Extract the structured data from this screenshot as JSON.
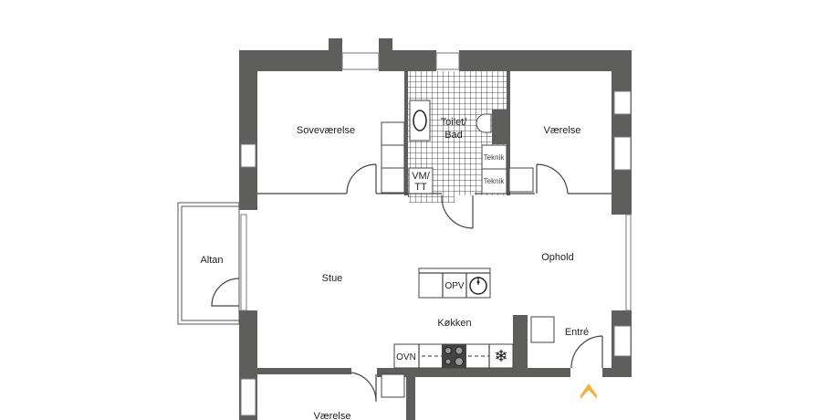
{
  "floorplan": {
    "rooms": {
      "sovevaerelse": "Soveværelse",
      "toilet_bad_1": "Toilet/",
      "toilet_bad_2": "Bad",
      "vaerelse_top": "Værelse",
      "altan": "Altan",
      "stue": "Stue",
      "ophold": "Ophold",
      "kokken": "Køkken",
      "entre": "Entré",
      "vaerelse_bottom": "Værelse"
    },
    "fixtures": {
      "vm_tt_1": "VM/",
      "vm_tt_2": "TT",
      "teknik_1": "Teknik",
      "teknik_2": "Teknik",
      "opv": "OPV",
      "ovn": "OVN"
    },
    "colors": {
      "wall": "#5e5e5c",
      "entrance_arrow": "#f0b33a"
    }
  }
}
